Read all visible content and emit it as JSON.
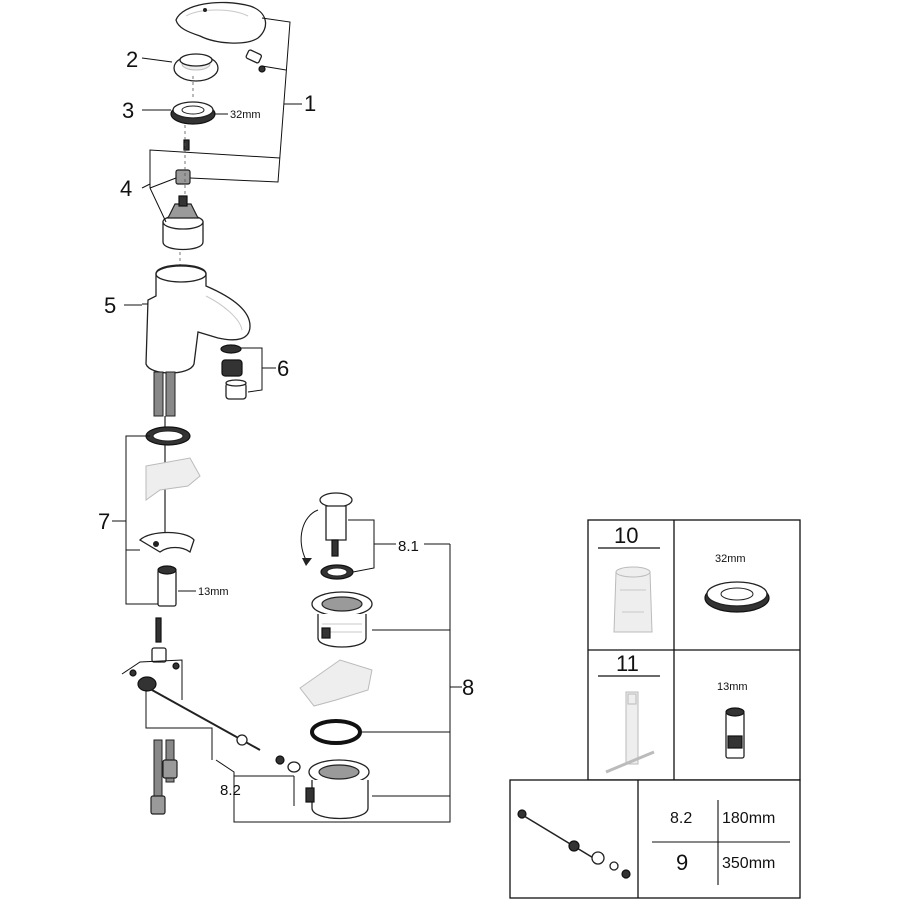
{
  "callouts": {
    "c1": "1",
    "c2": "2",
    "c3": "3",
    "c4": "4",
    "c5": "5",
    "c6": "6",
    "c7": "7",
    "c8": "8",
    "c8_1": "8.1",
    "c8_2": "8.2"
  },
  "dimensions": {
    "nut_32": "32mm",
    "hex_13": "13mm"
  },
  "tools_table": {
    "item_10": "10",
    "item_10_dim": "32mm",
    "item_11": "11",
    "item_11_dim": "13mm"
  },
  "rod_table": {
    "rows": [
      {
        "ref": "8.2",
        "length": "180mm"
      },
      {
        "ref": "9",
        "length": "350mm"
      }
    ]
  }
}
